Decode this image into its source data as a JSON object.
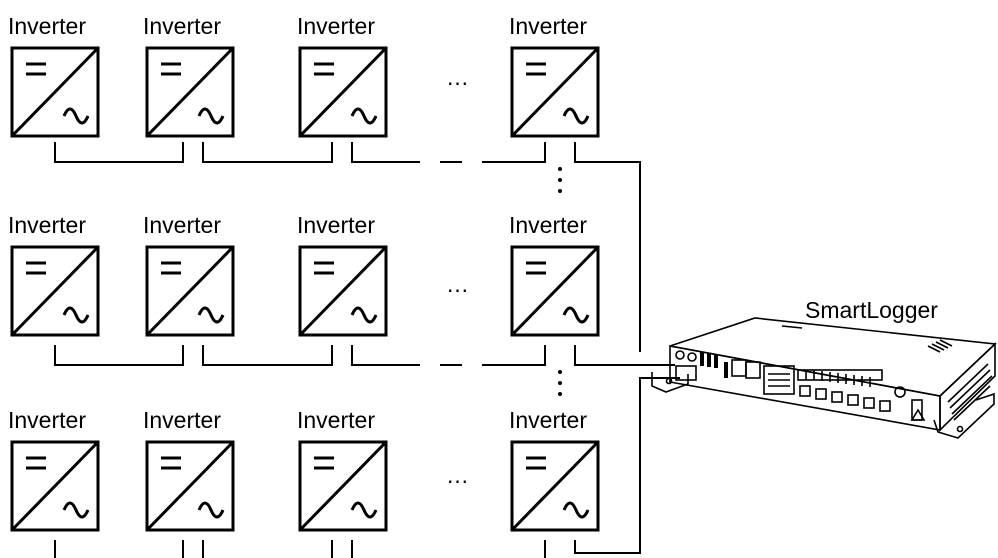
{
  "diagram": {
    "inverter_label": "Inverter",
    "logger_label": "SmartLogger",
    "ellipsis": "…",
    "rows": [
      {
        "inverters": [
          "Inverter",
          "Inverter",
          "Inverter",
          "Inverter"
        ]
      },
      {
        "inverters": [
          "Inverter",
          "Inverter",
          "Inverter",
          "Inverter"
        ]
      },
      {
        "inverters": [
          "Inverter",
          "Inverter",
          "Inverter",
          "Inverter"
        ]
      }
    ]
  }
}
